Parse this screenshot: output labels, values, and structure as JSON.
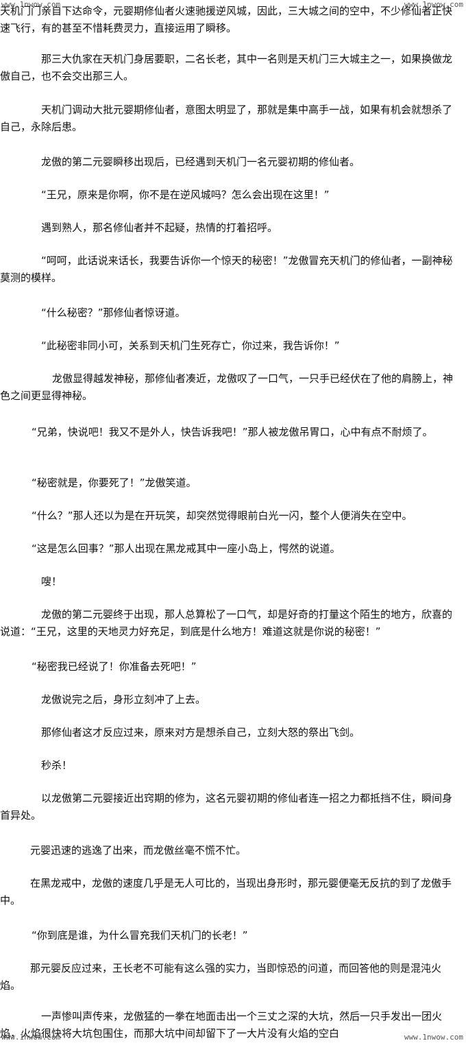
{
  "watermarks": {
    "top_left": "www.1nwow.com",
    "top_right": "www.1nwow.com",
    "bottom_left": "www.1nwow.com",
    "bottom_right": "www.1nwow.com"
  },
  "paragraphs": [
    "天机门门亲自下达命令，元婴期修仙者火速驰援逆风城，因此，三大城之间的空中，不少修仙者正快速飞行，有的甚至不惜耗费灵力，直接运用了瞬移。",
    "那三大仇家在天机门身居要职，二名长老，其中一名则是天机门三大城主之一，如果换做龙傲自己，也不会交出那三人。",
    "天机门调动大批元婴期修仙者，意图太明显了，那就是集中高手一战，如果有机会就想杀了自己，永除后患。",
    "龙傲的第二元婴瞬移出现后，已经遇到天机门一名元婴初期的修仙者。",
    "“王兄，原来是你啊，你不是在逆风城吗？怎么会出现在这里！”",
    "遇到熟人，那名修仙者并不起疑，热情的打着招呼。",
    "“呵呵，此话说来话长，我要告诉你一个惊天的秘密！”龙傲冒充天机门的修仙者，一副神秘莫测的模样。",
    "“什么秘密？”那修仙者惊讶道。",
    "“此秘密非同小可，关系到天机门生死存亡，你过来，我告诉你！”",
    "龙傲显得越发神秘，那修仙者凑近，龙傲叹了一口气，一只手已经伏在了他的肩膀上，神色之间更显得神秘。",
    "“兄弟，快说吧！我又不是外人，快告诉我吧！”那人被龙傲吊胃口，心中有点不耐烦了。",
    "“秘密就是，你要死了！”龙傲笑道。",
    "“什么？”那人还以为是在开玩笑，却突然觉得眼前白光一闪，整个人便消失在空中。",
    "“这是怎么回事？”那人出现在黑龙戒其中一座小岛上，愕然的说道。",
    "嗖！",
    "龙傲的第二元婴终于出现，那人总算松了一口气，却是好奇的打量这个陌生的地方，欣喜的说道：“王兄，这里的天地灵力好充足，到底是什么地方！难道这就是你说的秘密！”",
    "“秘密我已经说了！你准备去死吧！”",
    "龙傲说完之后，身形立刻冲了上去。",
    "那修仙者这才反应过来，原来对方是想杀自己，立刻大怒的祭出飞剑。",
    "秒杀！",
    "以龙傲第二元婴接近出窍期的修为，这名元婴初期的修仙者连一招之力都抵挡不住，瞬间身首异处。",
    "元婴迅速的逃逸了出来，而龙傲丝毫不慌不忙。",
    "在黑龙戒中，龙傲的速度几乎是无人可比的，当现出身形时，那元婴便毫无反抗的到了龙傲手中。",
    "“你到底是谁，为什么冒充我们天机门的长老！”",
    "那元婴反应过来，王长老不可能有这么强的实力，当即惊恐的问道，而回答他的则是混沌火焰。",
    "一声惨叫声传来，龙傲猛的一拳在地面击出一个三丈之深的大坑，然后一只手发出一团火焰，火焰很快将大坑包围住，而那大坑中间却留下了一大片没有火焰的空白"
  ]
}
